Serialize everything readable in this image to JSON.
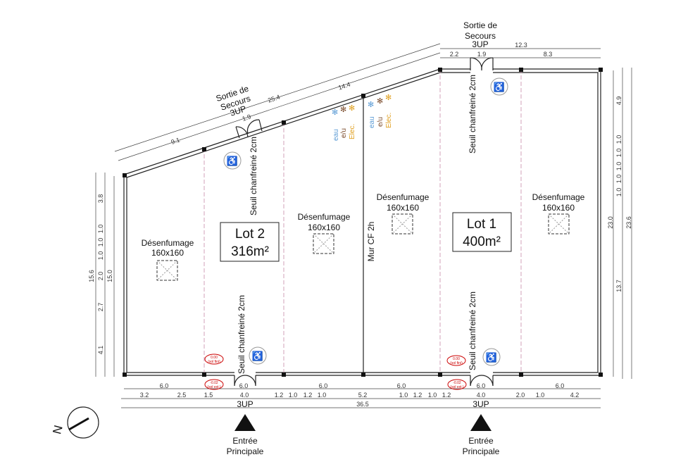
{
  "lots": [
    {
      "name": "Lot 2",
      "area": "316m²"
    },
    {
      "name": "Lot 1",
      "area": "400m²"
    }
  ],
  "smoke_vent": {
    "label": "Désenfumage",
    "size": "160x160"
  },
  "threshold_label": "Seuil chanfreiné 2cm",
  "firewall_label": "Mur CF 2h",
  "emergency_exit": {
    "line1": "Sortie de",
    "line2": "Secours",
    "units": "3UP"
  },
  "main_entrance": {
    "line1": "Entrée",
    "line2": "Principale",
    "units": "3UP"
  },
  "utilities": [
    "eau",
    "e/u",
    "Elec."
  ],
  "levels": {
    "interior": "0.00",
    "interior_note": "(sol fini)",
    "exterior": "-0.02",
    "exterior_note": "(sol ext.)"
  },
  "north_label": "N",
  "dimensions": {
    "bottom_bays": [
      "6.0",
      "6.0",
      "6.0",
      "6.0",
      "6.0",
      "6.0"
    ],
    "bottom_detail": [
      "3.2",
      "2.5",
      "1.5",
      "4.0",
      "1.2",
      "1.0",
      "1.2",
      "1.0",
      "5.2",
      "1.0",
      "1.2",
      "1.0",
      "1.2",
      "4.0",
      "2.0",
      "1.0",
      "4.2"
    ],
    "bottom_total": "36.5",
    "left_outer": "15.6",
    "left_detail": [
      "3.8",
      "1.0",
      "1.0",
      "1.0",
      "2.0",
      "2.7",
      "4.1"
    ],
    "left_inner": "15.0",
    "right_inner": "23.0",
    "right_detail": [
      "4.9",
      "1.0",
      "1.0",
      "1.0",
      "1.0",
      "1.0",
      "13.7"
    ],
    "right_outer": "23.6",
    "top_total": "12.3",
    "top_detail": [
      "2.2",
      "1.9",
      "8.3"
    ],
    "diagonal": [
      "9.1",
      "1.9",
      "25.4",
      "14.4"
    ]
  },
  "colors": {
    "eau": "#5b9bd5",
    "eu": "#7a4a2a",
    "elec": "#e0a020",
    "level": "#c00000",
    "grid": "#c88aa8"
  }
}
